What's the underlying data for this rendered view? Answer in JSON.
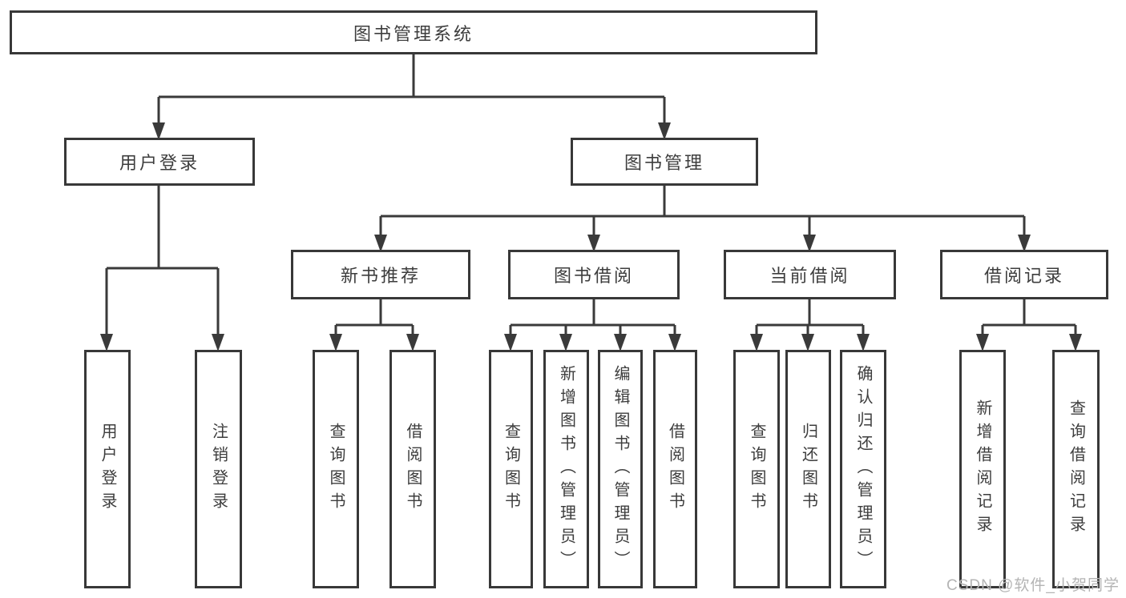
{
  "diagram": {
    "root": {
      "label": "图书管理系统"
    },
    "branches": [
      {
        "label": "用户登录",
        "children": [
          {
            "label": "用户登录"
          },
          {
            "label": "注销登录"
          }
        ]
      },
      {
        "label": "图书管理",
        "children": [
          {
            "label": "新书推荐",
            "children": [
              {
                "label": "查询图书"
              },
              {
                "label": "借阅图书"
              }
            ]
          },
          {
            "label": "图书借阅",
            "children": [
              {
                "label": "查询图书"
              },
              {
                "label": "新增图书（管理员）"
              },
              {
                "label": "编辑图书（管理员）"
              },
              {
                "label": "借阅图书"
              }
            ]
          },
          {
            "label": "当前借阅",
            "children": [
              {
                "label": "查询图书"
              },
              {
                "label": "归还图书"
              },
              {
                "label": "确认归还（管理员）"
              }
            ]
          },
          {
            "label": "借阅记录",
            "children": [
              {
                "label": "新增借阅记录"
              },
              {
                "label": "查询借阅记录"
              }
            ]
          }
        ]
      }
    ]
  },
  "watermark": {
    "text": "CSDN @软件_小贺同学"
  },
  "colors": {
    "background": "#ffffff",
    "box_border": "#383838",
    "connector_line": "#3a3a3a",
    "text": "#3d3d3d",
    "watermark_text": "#b4b4b4"
  }
}
